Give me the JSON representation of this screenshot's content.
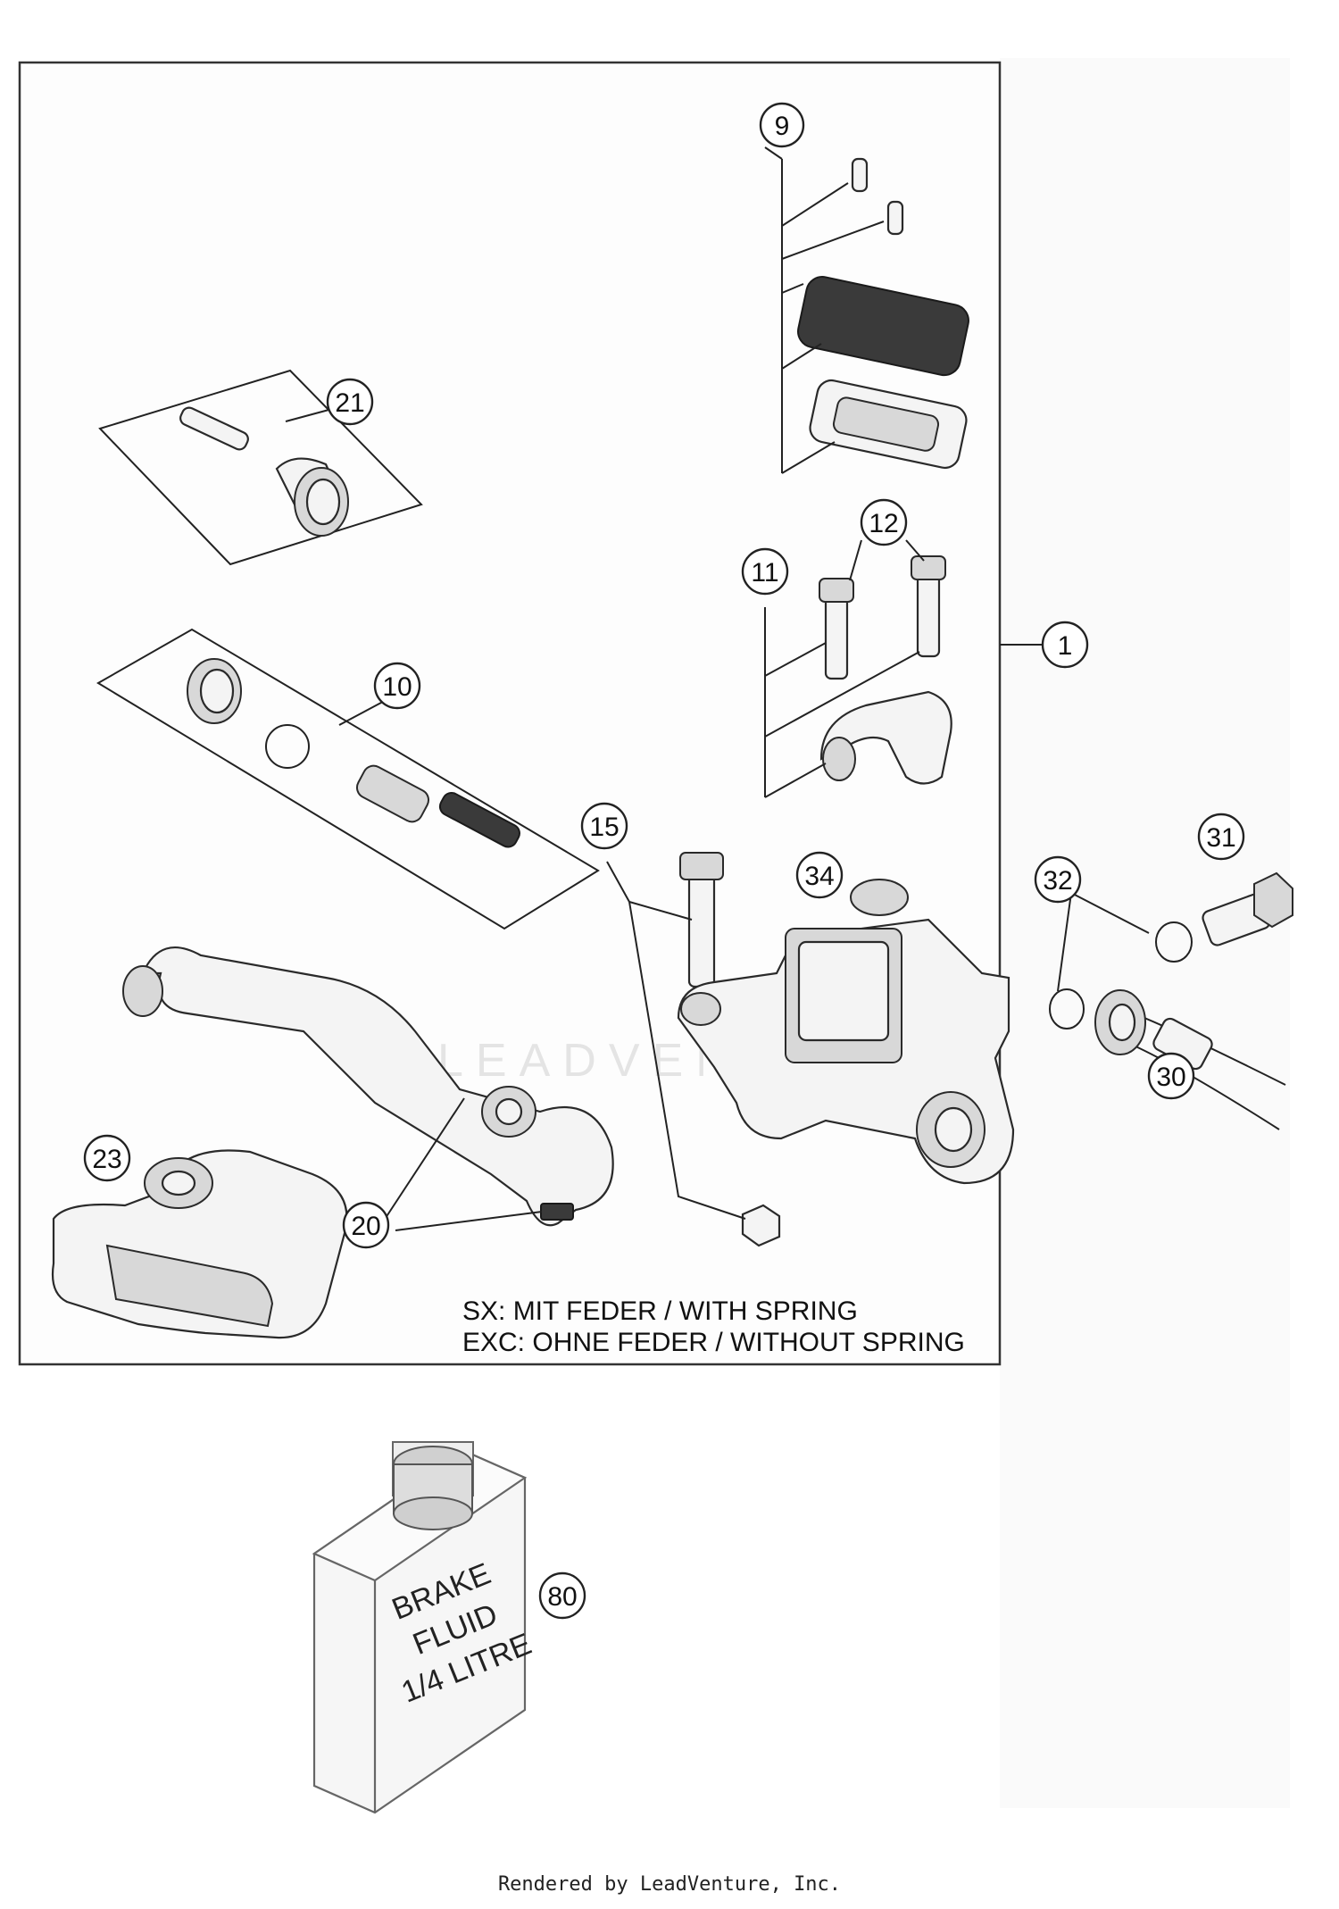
{
  "callouts": {
    "c1": "1",
    "c9": "9",
    "c10": "10",
    "c11": "11",
    "c12": "12",
    "c15": "15",
    "c20": "20",
    "c21": "21",
    "c23": "23",
    "c30": "30",
    "c31": "31",
    "c32": "32",
    "c34": "34",
    "c80": "80"
  },
  "notes": {
    "line1": "SX: MIT FEDER / WITH SPRING",
    "line2": "EXC: OHNE FEDER / WITHOUT SPRING"
  },
  "bottle": {
    "line1": "BRAKE",
    "line2": "FLUID",
    "line3": "1/4 LITRE"
  },
  "watermark": "LEADVENTURE",
  "footer": "Rendered by LeadVenture, Inc.",
  "colors": {
    "line": "#222222",
    "background": "#ffffff"
  }
}
